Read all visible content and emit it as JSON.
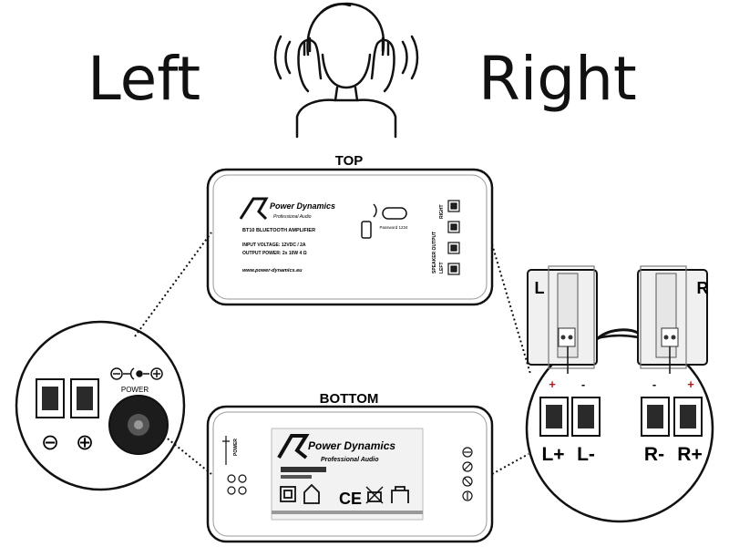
{
  "heading": {
    "left_label": "Left",
    "right_label": "Right"
  },
  "top_view": {
    "label": "TOP",
    "brand": "Power Dynamics",
    "brand_sub": "Professional Audio",
    "model": "BT10 BLUETOOTH AMPLIFIER",
    "spec_input": "INPUT VOLTAGE: 12VDC / 2A",
    "spec_output": "OUTPUT POWER: 2x 10W 4 Ω",
    "url": "www.power-dynamics.eu",
    "pair_label": "Password 1234",
    "speaker_output_label": "SPEAKER OUTPUT",
    "right_label": "RIGHT",
    "left_label": "LEFT"
  },
  "bottom_view": {
    "label": "BOTTOM",
    "brand": "Power Dynamics",
    "brand_sub": "Professional Audio",
    "power_label": "POWER",
    "ce_mark": "CE"
  },
  "power_detail": {
    "power_label": "POWER",
    "minus_symbol": "⊖",
    "plus_symbol": "⊕"
  },
  "speaker_detail": {
    "left_speaker": "L",
    "right_speaker": "R",
    "terminals": [
      "L+",
      "L-",
      "R-",
      "R+"
    ],
    "polarity_marks": [
      "+",
      "-",
      "-",
      "+"
    ]
  },
  "colors": {
    "polarity_red": "#b01c1c",
    "line": "#111111"
  }
}
